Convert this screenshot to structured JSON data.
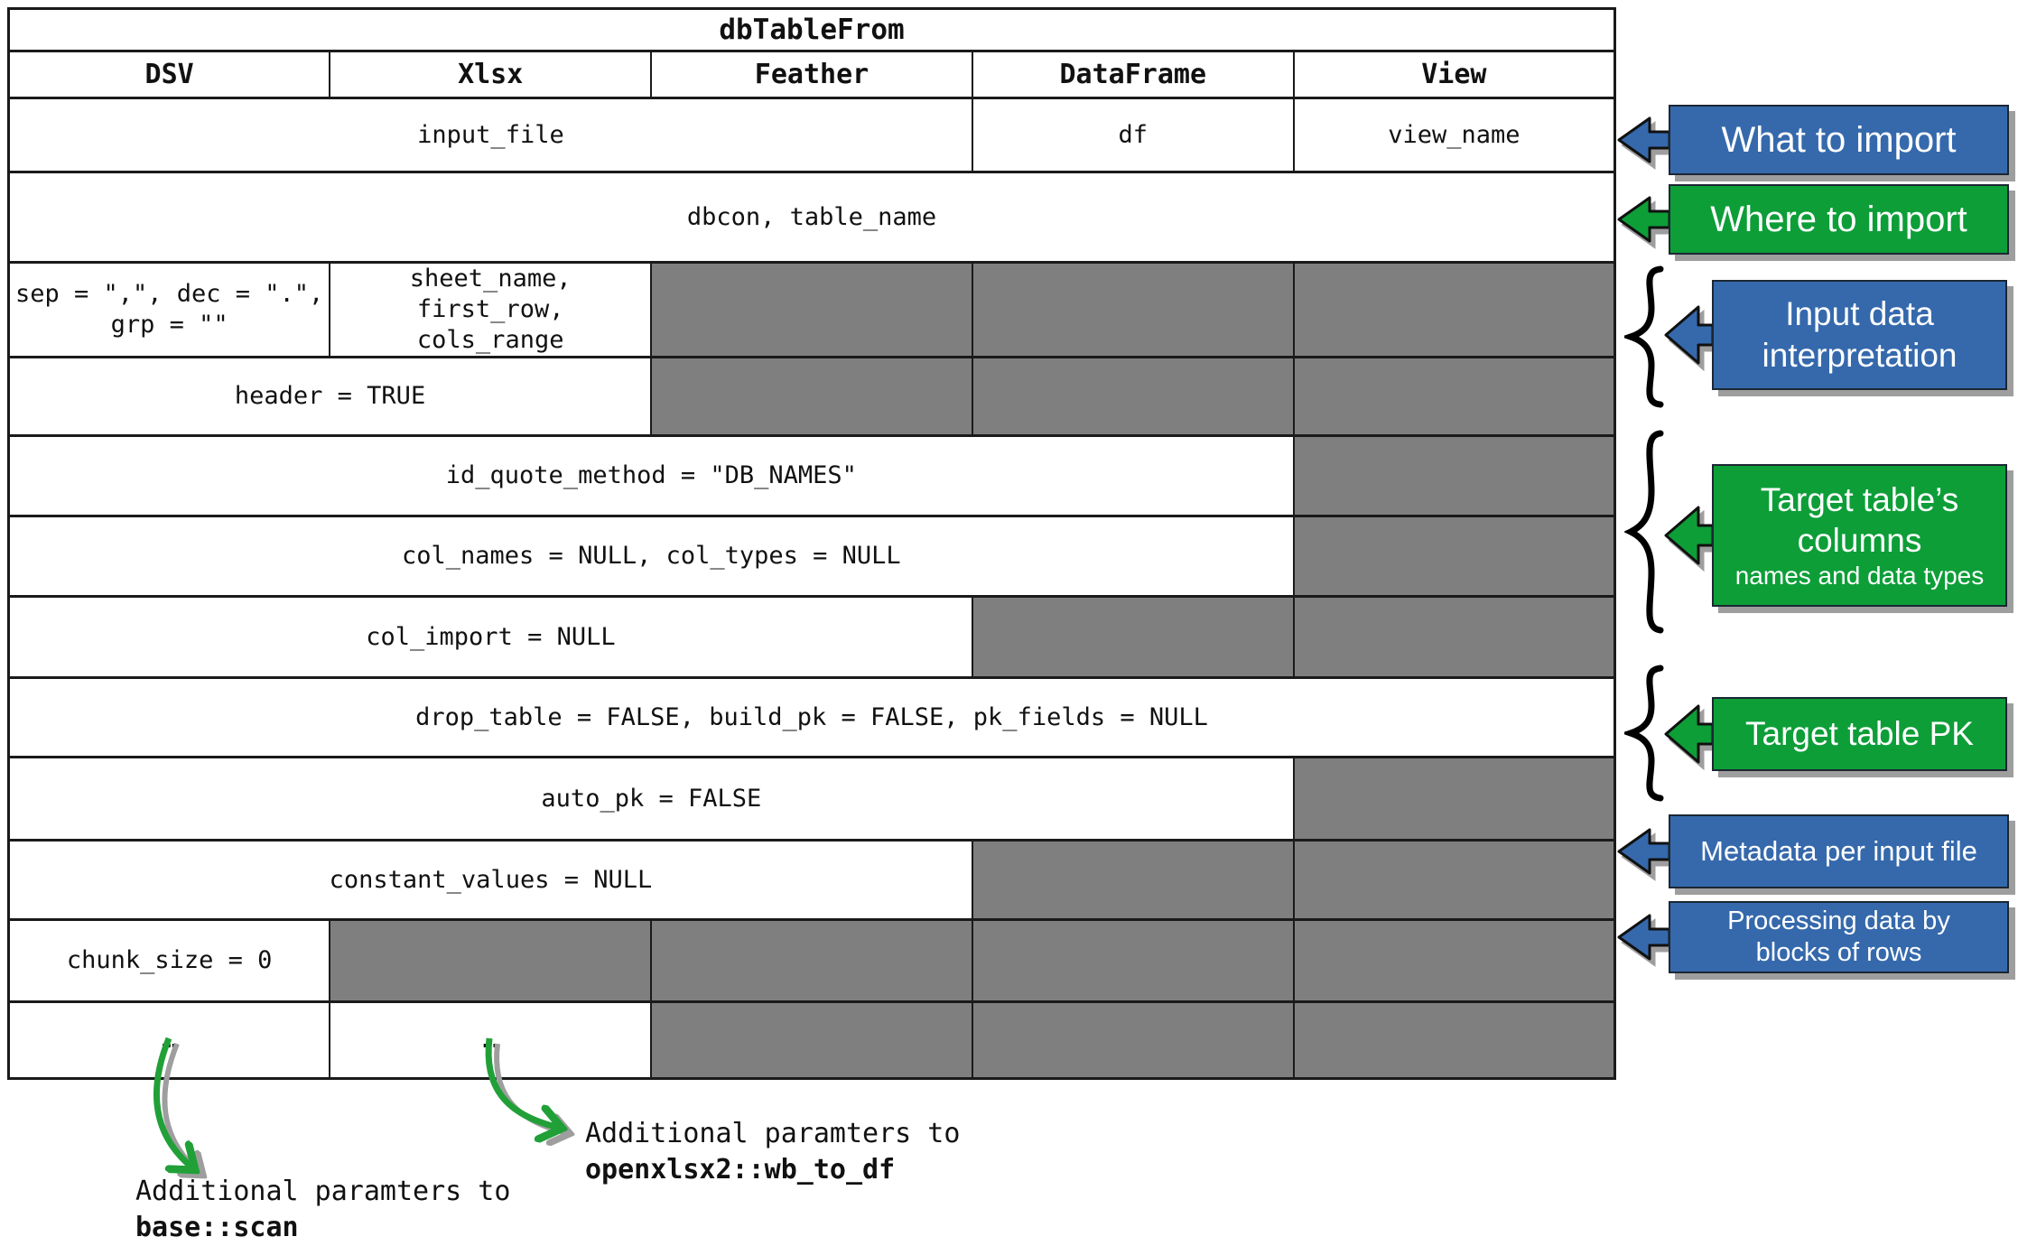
{
  "colors": {
    "blue_callout": "#3569ac",
    "green_callout": "#0d9e38",
    "gray_cell": "#7f7f7f",
    "arrow_green": "#21a038",
    "shadow_gray": "#9e9e9e",
    "border_black": "#1a1a1a"
  },
  "table": {
    "title": "dbTableFrom",
    "column_headers": [
      "DSV",
      "Xlsx",
      "Feather",
      "DataFrame",
      "View"
    ],
    "rows": [
      {
        "cells": [
          {
            "span": 3,
            "lines": [
              "input_file"
            ]
          },
          {
            "span": 1,
            "lines": [
              "df"
            ]
          },
          {
            "span": 1,
            "lines": [
              "view_name"
            ]
          }
        ]
      },
      {
        "cells": [
          {
            "span": 5,
            "lines": [
              "dbcon, table_name"
            ]
          }
        ]
      },
      {
        "cells": [
          {
            "span": 1,
            "lines": [
              "sep = \",\", dec = \".\",",
              "grp = \"\""
            ]
          },
          {
            "span": 1,
            "lines": [
              "sheet_name, first_row,",
              "cols_range"
            ]
          },
          {
            "span": 1,
            "gray": true
          },
          {
            "span": 1,
            "gray": true
          },
          {
            "span": 1,
            "gray": true
          }
        ]
      },
      {
        "cells": [
          {
            "span": 2,
            "lines": [
              "header = TRUE"
            ]
          },
          {
            "span": 1,
            "gray": true
          },
          {
            "span": 1,
            "gray": true
          },
          {
            "span": 1,
            "gray": true
          }
        ]
      },
      {
        "cells": [
          {
            "span": 4,
            "lines": [
              "id_quote_method = \"DB_NAMES\""
            ]
          },
          {
            "span": 1,
            "gray": true
          }
        ]
      },
      {
        "cells": [
          {
            "span": 4,
            "lines": [
              "col_names = NULL, col_types = NULL"
            ]
          },
          {
            "span": 1,
            "gray": true
          }
        ]
      },
      {
        "cells": [
          {
            "span": 3,
            "lines": [
              "col_import = NULL"
            ]
          },
          {
            "span": 1,
            "gray": true
          },
          {
            "span": 1,
            "gray": true
          }
        ]
      },
      {
        "cells": [
          {
            "span": 5,
            "lines": [
              "drop_table = FALSE, build_pk = FALSE, pk_fields = NULL"
            ]
          }
        ]
      },
      {
        "cells": [
          {
            "span": 4,
            "lines": [
              "auto_pk = FALSE"
            ]
          },
          {
            "span": 1,
            "gray": true
          }
        ]
      },
      {
        "cells": [
          {
            "span": 3,
            "lines": [
              "constant_values = NULL"
            ]
          },
          {
            "span": 1,
            "gray": true
          },
          {
            "span": 1,
            "gray": true
          }
        ]
      },
      {
        "cells": [
          {
            "span": 1,
            "lines": [
              "chunk_size = 0"
            ]
          },
          {
            "span": 1,
            "gray": true
          },
          {
            "span": 1,
            "gray": true
          },
          {
            "span": 1,
            "gray": true
          },
          {
            "span": 1,
            "gray": true
          }
        ]
      },
      {
        "cells": [
          {
            "span": 1,
            "lines": [
              "…"
            ],
            "ellipsis": true
          },
          {
            "span": 1,
            "lines": [
              "…"
            ],
            "ellipsis": true
          },
          {
            "span": 1,
            "gray": true
          },
          {
            "span": 1,
            "gray": true
          },
          {
            "span": 1,
            "gray": true
          }
        ]
      }
    ]
  },
  "callouts": [
    {
      "id": "what-to-import",
      "color": "blue",
      "lines": [
        "What to import"
      ],
      "brace": false
    },
    {
      "id": "where-to-import",
      "color": "green",
      "lines": [
        "Where to import"
      ],
      "brace": false
    },
    {
      "id": "input-data-interpretation",
      "color": "blue",
      "lines": [
        "Input data",
        "interpretation"
      ],
      "brace": true
    },
    {
      "id": "target-table-columns",
      "color": "green",
      "lines": [
        "Target table’s",
        "columns"
      ],
      "subline": "names and data types",
      "brace": true
    },
    {
      "id": "target-table-pk",
      "color": "green",
      "lines": [
        "Target table PK"
      ],
      "brace": true
    },
    {
      "id": "metadata-per-input-file",
      "color": "blue",
      "lines": [
        "Metadata per input file"
      ],
      "brace": false
    },
    {
      "id": "processing-data-by-blocks",
      "color": "blue",
      "lines": [
        "Processing data by",
        "blocks of rows"
      ],
      "brace": false
    }
  ],
  "footnotes": [
    {
      "id": "dsv-extra",
      "text": "Additional paramters to",
      "code": "base::scan"
    },
    {
      "id": "xlsx-extra",
      "text": "Additional paramters to",
      "code": "openxlsx2::wb_to_df"
    }
  ]
}
